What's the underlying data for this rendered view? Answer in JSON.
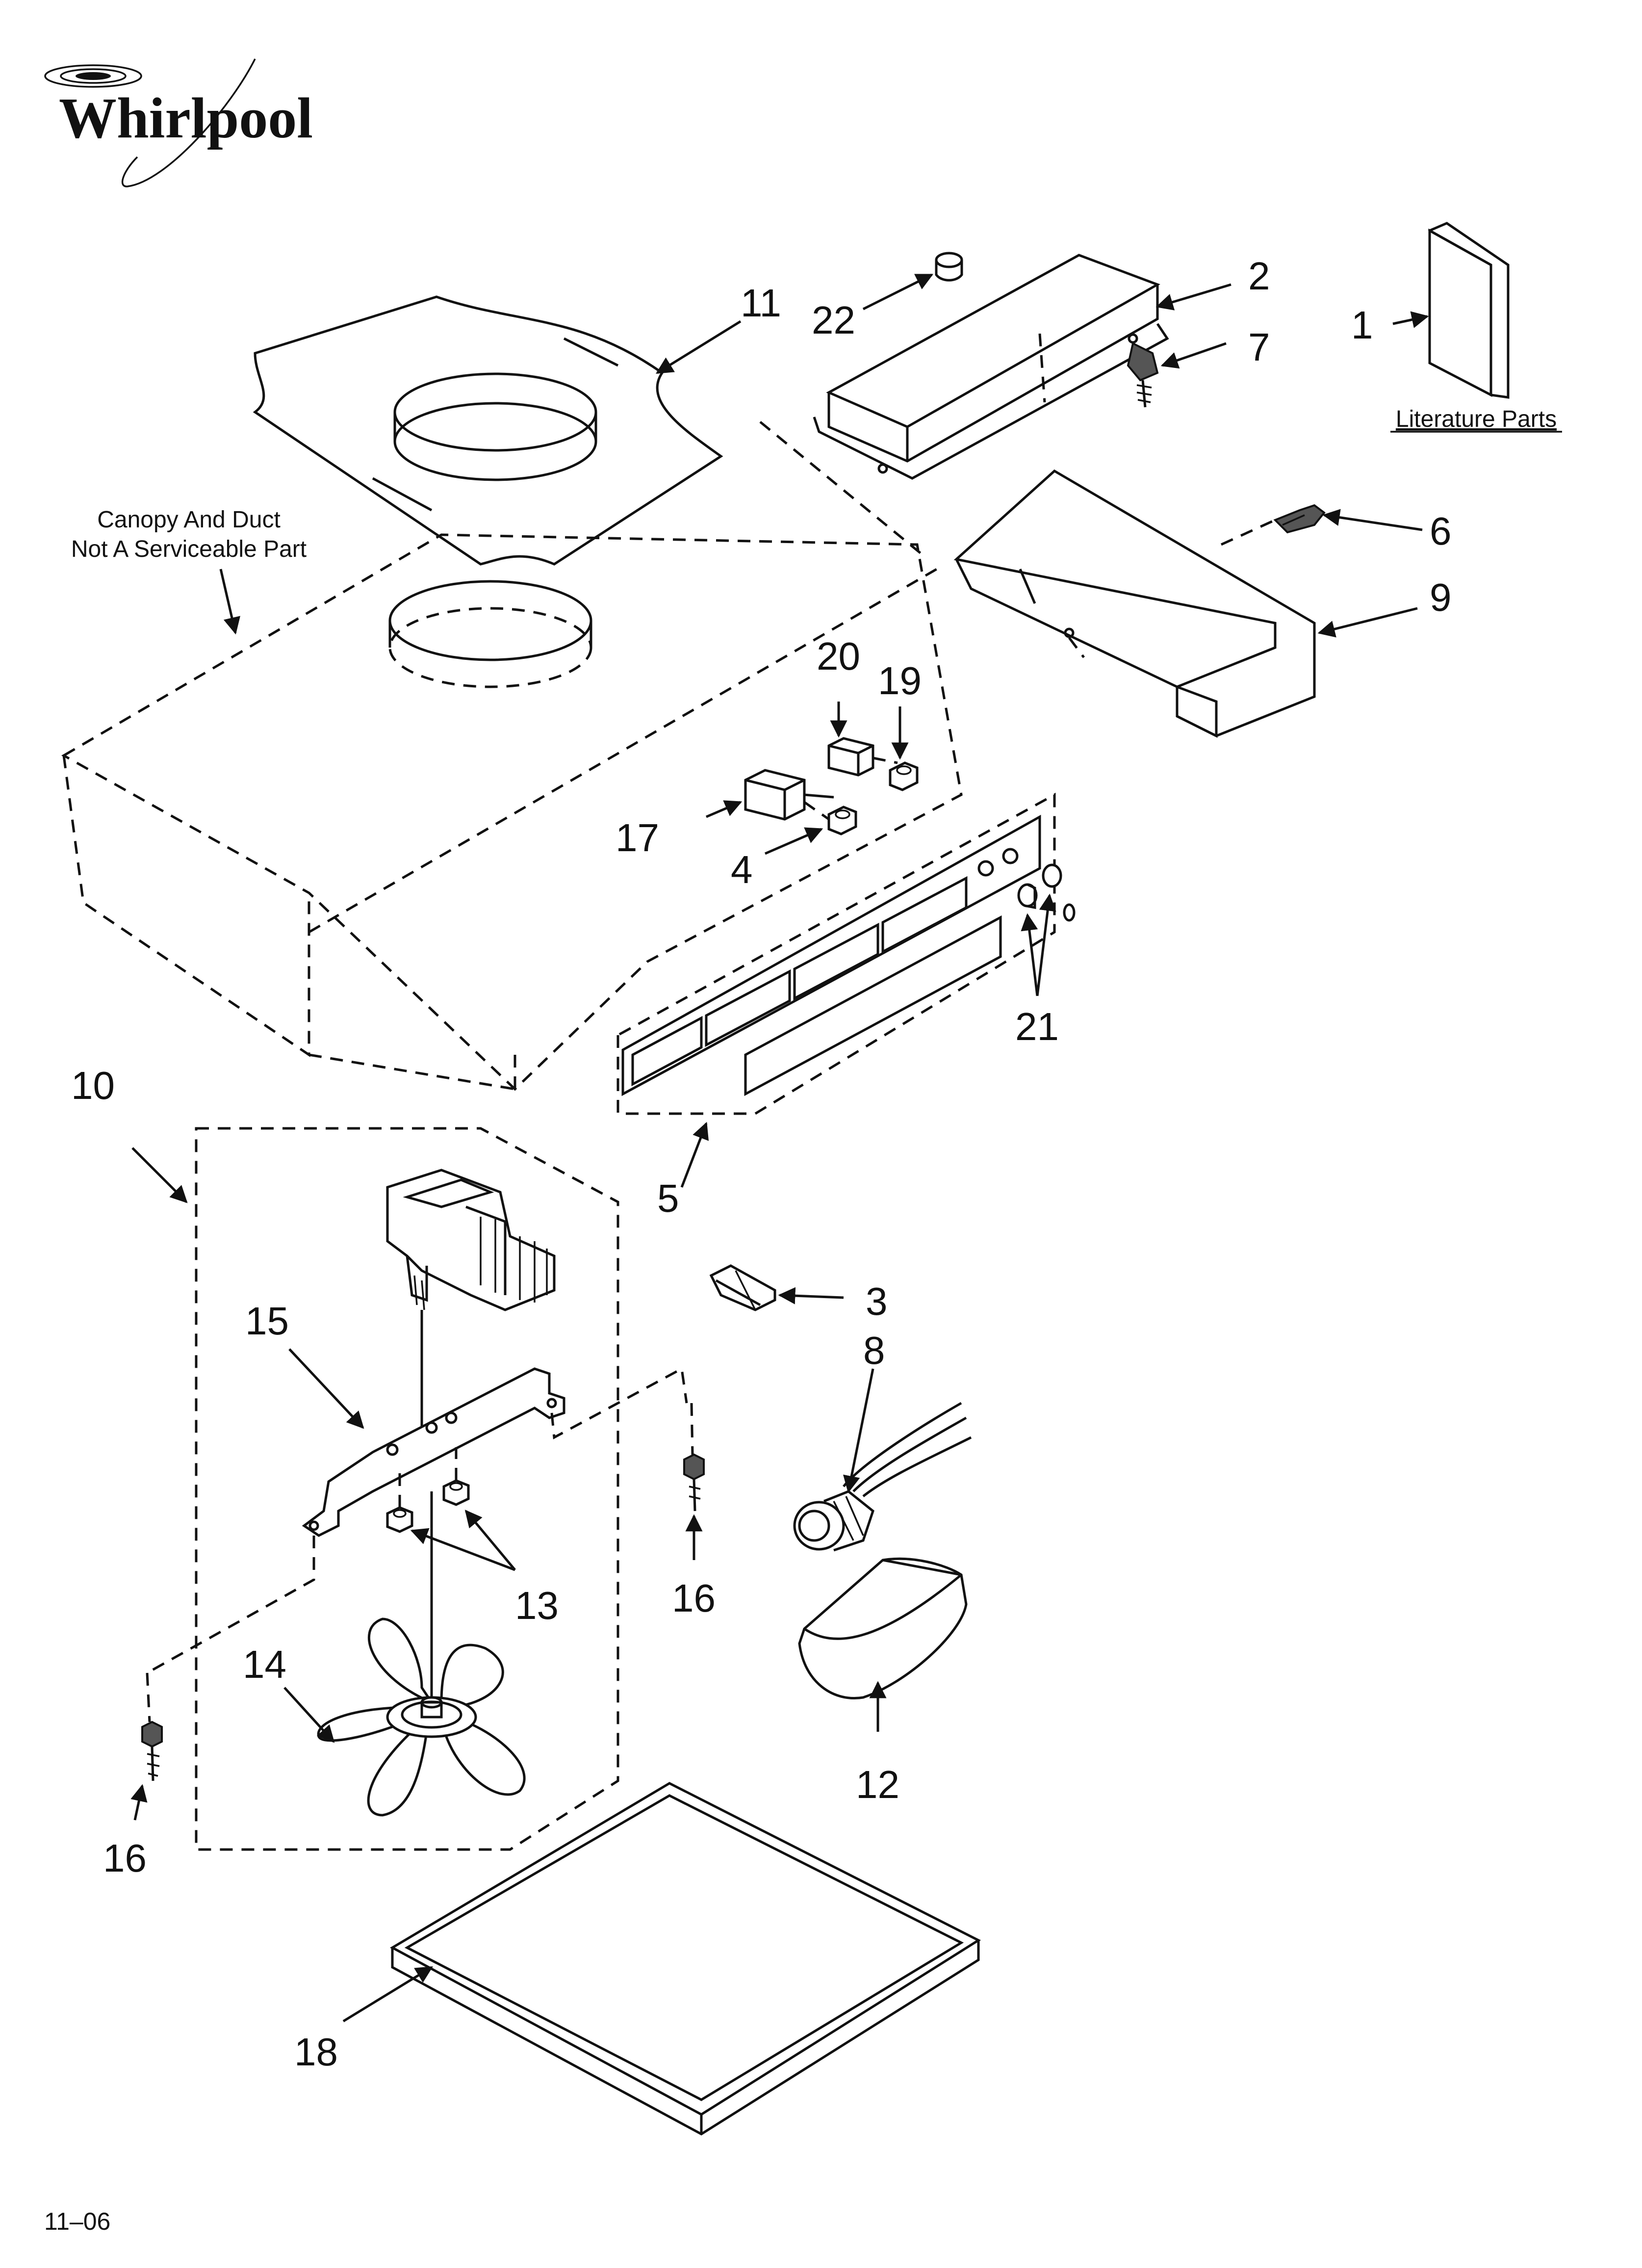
{
  "brand": {
    "name": "Whirlpool"
  },
  "notes": {
    "canopy_line1": "Canopy And Duct",
    "canopy_line2": "Not A Serviceable Part",
    "literature": "Literature Parts",
    "date_code": "11–06"
  },
  "callouts": {
    "c1": "1",
    "c2": "2",
    "c3": "3",
    "c4": "4",
    "c5": "5",
    "c6": "6",
    "c7": "7",
    "c8": "8",
    "c9": "9",
    "c10": "10",
    "c11": "11",
    "c12": "12",
    "c13": "13",
    "c14": "14",
    "c15": "15",
    "c16a": "16",
    "c16b": "16",
    "c17": "17",
    "c18": "18",
    "c19": "19",
    "c20": "20",
    "c21": "21",
    "c22": "22"
  }
}
